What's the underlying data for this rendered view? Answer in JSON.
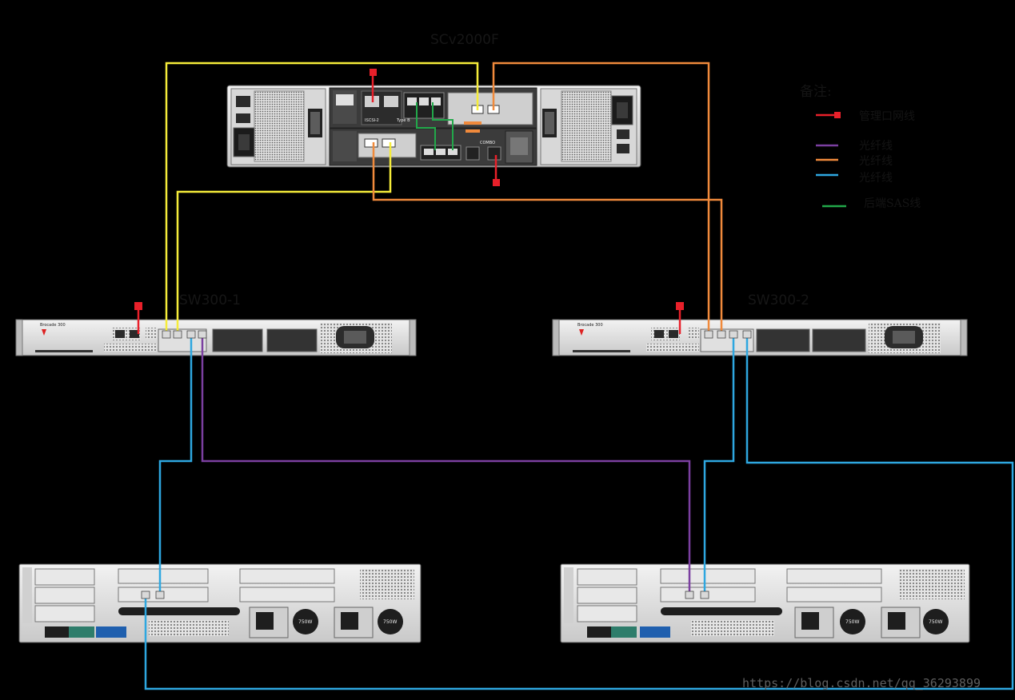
{
  "devices": {
    "storage": {
      "title": "SCv2000F",
      "ctrl_top_label": "ISCSI-2",
      "ctrl_top_type": "Type B",
      "ctrl_bottom_label": "COMBO"
    },
    "switch1": {
      "title": "SW300-1",
      "brand": "Brocade 300"
    },
    "switch2": {
      "title": "SW300-2",
      "brand": "Brocade 300"
    },
    "server1": {
      "psu_label_1": "750W",
      "psu_label_2": "750W"
    },
    "server2": {
      "psu_label_1": "750W",
      "psu_label_2": "750W"
    }
  },
  "legend": {
    "title": "备注:",
    "items": [
      {
        "label": "管理口网线",
        "color": "#e8202a",
        "style": "mgmt"
      },
      {
        "label": "光纤线",
        "color": "#7b3fa0",
        "style": "line"
      },
      {
        "label": "光纤线",
        "color": "#f08a3c",
        "style": "line"
      },
      {
        "label": "光纤线",
        "color": "#2ea7e0",
        "style": "line"
      },
      {
        "label": "后端SAS线",
        "color": "#22a84a",
        "style": "line"
      }
    ]
  },
  "cable_colors": {
    "management": "#e8202a",
    "fiber_purple": "#7b3fa0",
    "fiber_orange": "#f08a3c",
    "fiber_blue": "#2ea7e0",
    "fiber_yellow": "#f5ec3a",
    "sas": "#22a84a"
  },
  "watermark": "https://blog.csdn.net/qq_36293899"
}
